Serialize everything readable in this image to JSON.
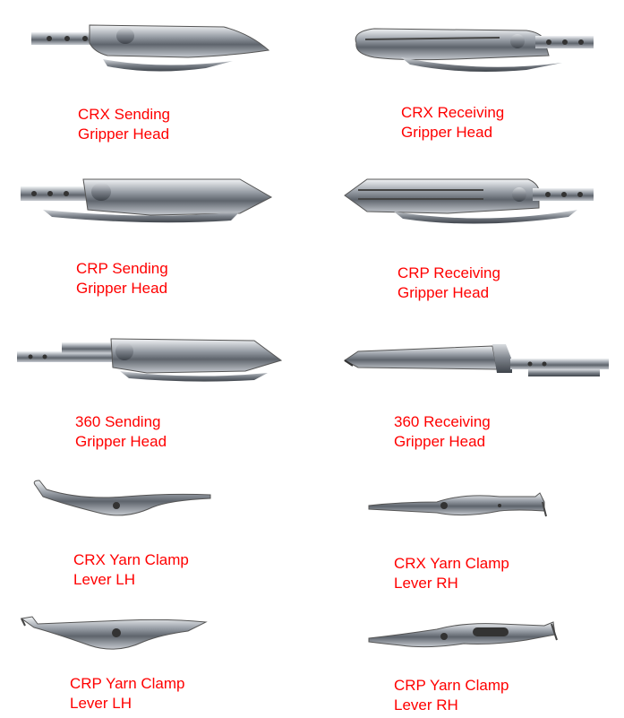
{
  "accent_color": "#ff0000",
  "parts": [
    {
      "line1": "CRX Sending",
      "line2": "Gripper Head",
      "icon": "gripper-head-icon"
    },
    {
      "line1": "CRX Receiving",
      "line2": "Gripper Head",
      "icon": "gripper-head-icon"
    },
    {
      "line1": "CRP Sending",
      "line2": "Gripper Head",
      "icon": "gripper-head-icon"
    },
    {
      "line1": "CRP Receiving",
      "line2": "Gripper Head",
      "icon": "gripper-head-icon"
    },
    {
      "line1": "360 Sending",
      "line2": "Gripper Head",
      "icon": "gripper-head-icon"
    },
    {
      "line1": "360 Receiving",
      "line2": "Gripper Head",
      "icon": "gripper-head-icon"
    },
    {
      "line1": "CRX Yarn Clamp",
      "line2": "Lever LH",
      "icon": "yarn-clamp-lever-icon"
    },
    {
      "line1": "CRX Yarn Clamp",
      "line2": "Lever RH",
      "icon": "yarn-clamp-lever-icon"
    },
    {
      "line1": "CRP Yarn Clamp",
      "line2": "Lever LH",
      "icon": "yarn-clamp-lever-icon"
    },
    {
      "line1": "CRP Yarn Clamp",
      "line2": "Lever RH",
      "icon": "yarn-clamp-lever-icon"
    }
  ]
}
